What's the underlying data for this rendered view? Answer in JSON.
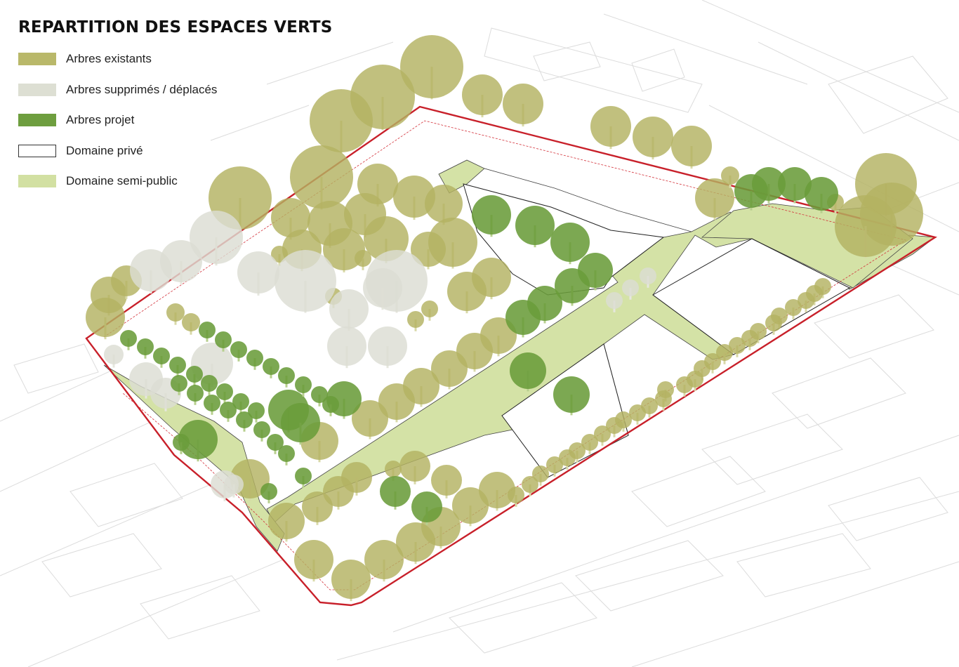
{
  "title": "REPARTITION DES ESPACES VERTS",
  "legend": [
    {
      "label": "Arbres existants",
      "color": "#b9b86a",
      "kind": "fill"
    },
    {
      "label": "Arbres supprimés / déplacés",
      "color": "#dddfd3",
      "kind": "fill"
    },
    {
      "label": "Arbres projet",
      "color": "#6e9e3f",
      "kind": "fill"
    },
    {
      "label": "Domaine privé",
      "color": "#ffffff",
      "kind": "outline"
    },
    {
      "label": "Domaine semi-public",
      "color": "#d2e0a2",
      "kind": "fill"
    }
  ],
  "colors": {
    "boundary": "#c8202a",
    "existing_tree": "#b3b262",
    "removed_tree": "#dcddd3",
    "project_tree": "#6a9c3a",
    "semi_public": "#d4e2a6",
    "base_lines": "#d9d9d9",
    "parcel_outline": "#333333"
  }
}
